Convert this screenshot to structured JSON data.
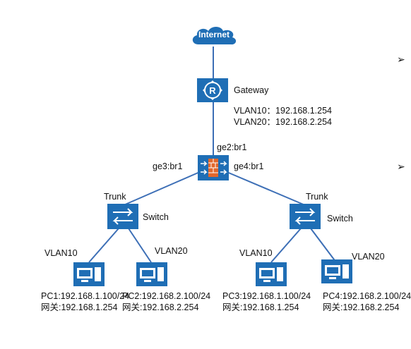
{
  "internet": {
    "label": "Internet"
  },
  "gateway": {
    "label": "Gateway",
    "vlan10": "VLAN10：192.168.1.254",
    "vlan20": "VLAN20：192.168.2.254"
  },
  "firewall": {
    "port_up": "ge2:br1",
    "port_left": "ge3:br1",
    "port_right": "ge4:br1"
  },
  "left_switch": {
    "label": "Switch",
    "trunk": "Trunk",
    "vlan_a": "VLAN10",
    "vlan_b": "VLAN20"
  },
  "right_switch": {
    "label": "Switch",
    "trunk": "Trunk",
    "vlan_a": "VLAN10",
    "vlan_b": "VLAN20"
  },
  "pcs": [
    {
      "ip": "PC1:192.168.1.100/24",
      "gw": "网关:192.168.1.254"
    },
    {
      "ip": "PC2:192.168.2.100/24",
      "gw": "网关:192.168.2.254"
    },
    {
      "ip": "PC3:192.168.1.100/24",
      "gw": "网关:192.168.1.254"
    },
    {
      "ip": "PC4:192.168.2.100/24",
      "gw": "网关:192.168.2.254"
    }
  ],
  "colors": {
    "device_blue": "#1f6eb5",
    "link": "#3d6fb6",
    "firewall_red": "#e2672b"
  }
}
